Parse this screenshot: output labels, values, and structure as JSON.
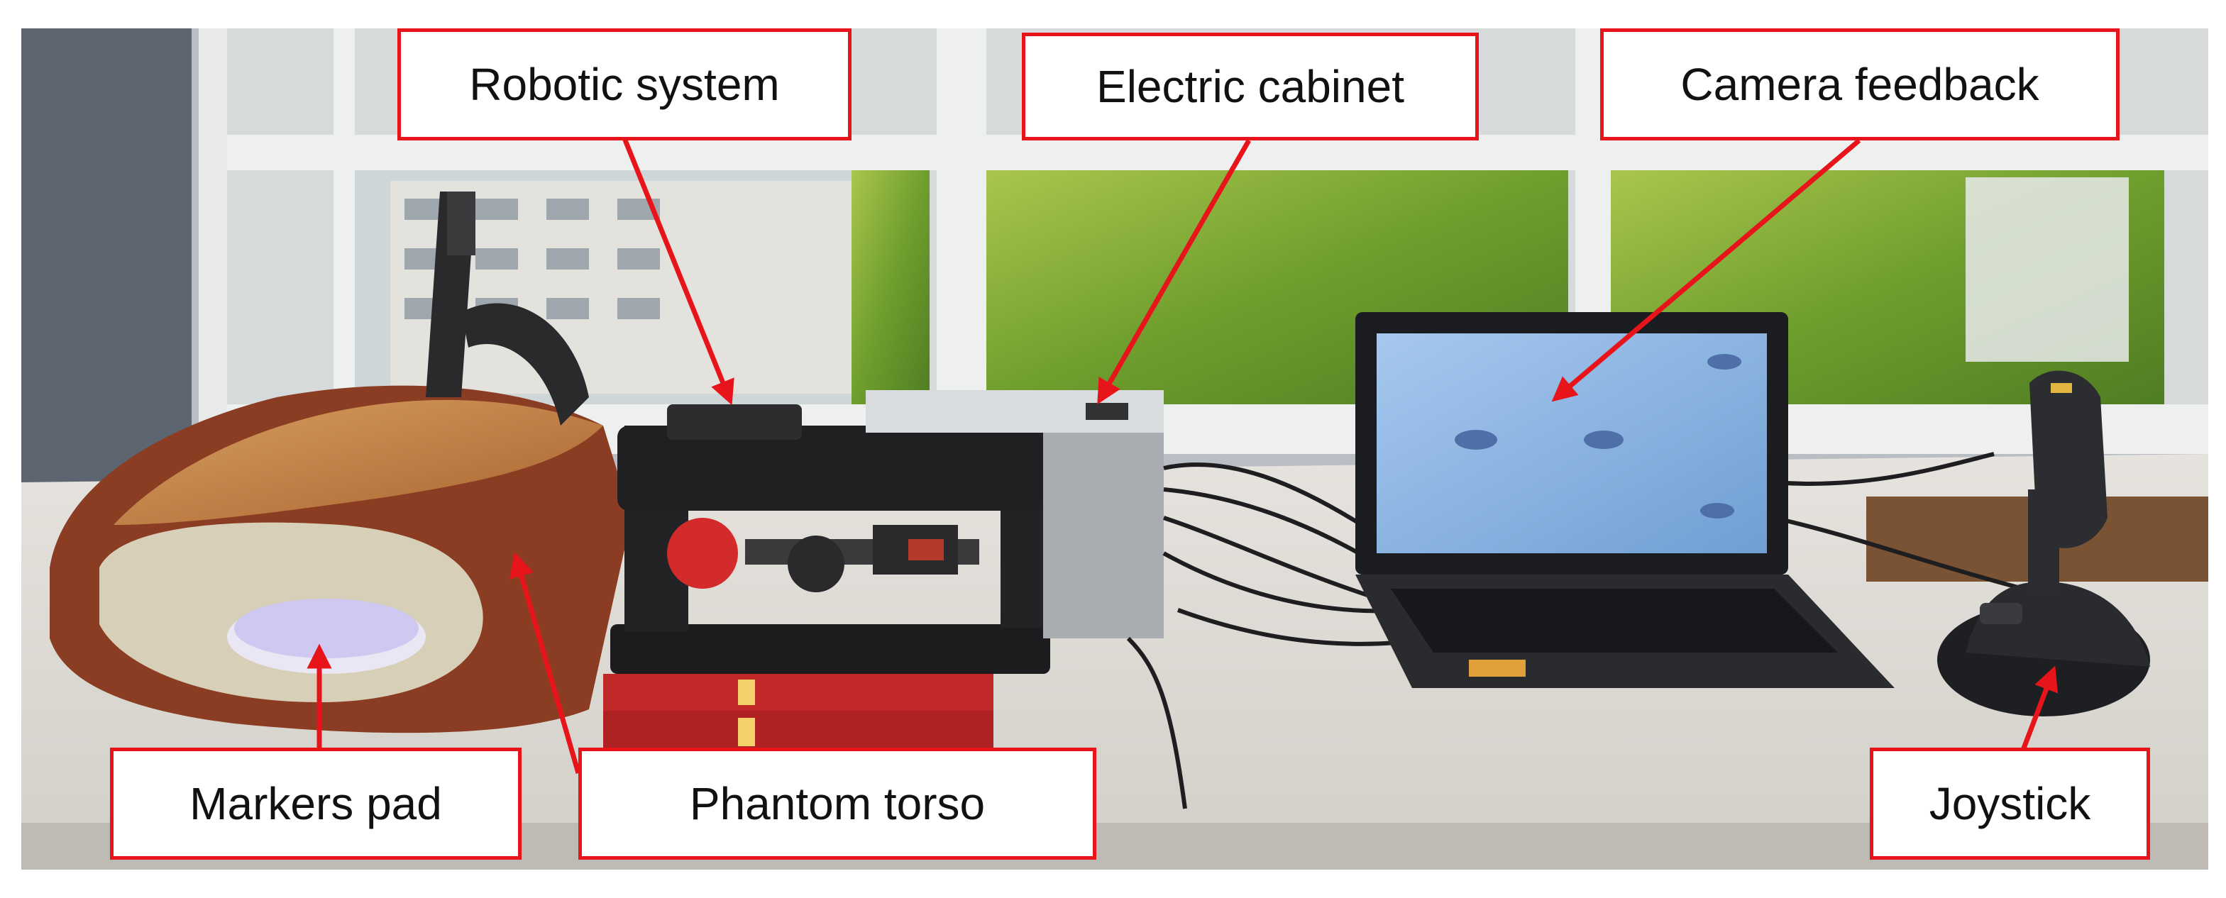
{
  "labels": {
    "robotic_system": "Robotic system",
    "electric_cabinet": "Electric cabinet",
    "camera_feedback": "Camera feedback",
    "markers_pad": "Markers pad",
    "phantom_torso": "Phantom torso",
    "joystick": "Joystick"
  },
  "colors": {
    "annotation_red": "#e8141b",
    "label_fill": "#ffffff",
    "label_text": "#111111",
    "torso_orange": "#c98a45",
    "robot_black": "#1c1c1e",
    "book_red": "#c0282a",
    "foliage_green": "#7fae38",
    "laptop_screen": "#8fb6e0"
  }
}
